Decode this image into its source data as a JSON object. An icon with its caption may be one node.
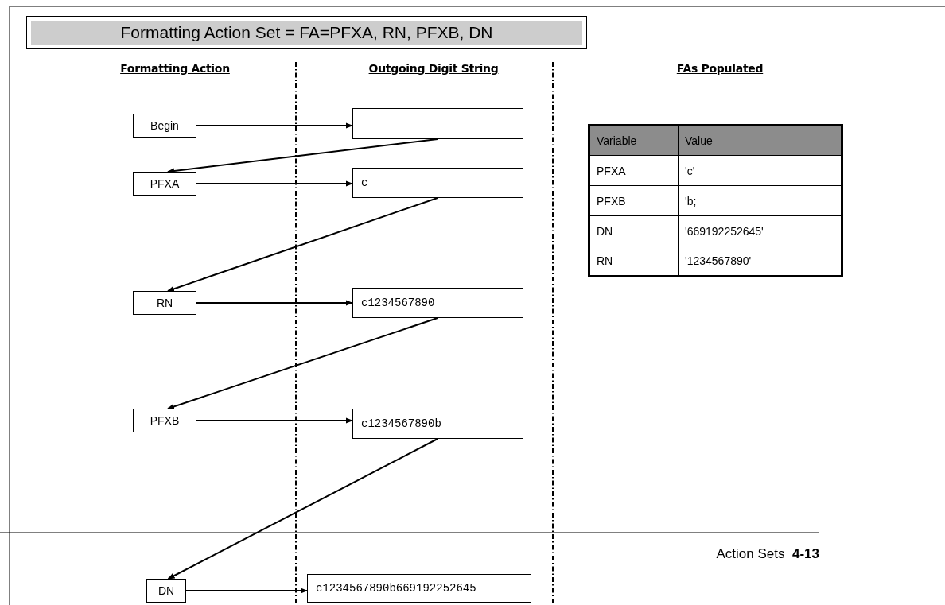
{
  "diagram": {
    "title": "Formatting Action Set = FA=PFXA, RN, PFXB, DN",
    "nodes": [
      {
        "text": [
          "Begin"
        ]
      },
      {
        "text": [],
        "shape": "box"
      },
      {
        "text": [
          "PFXA"
        ]
      },
      {
        "text": [
          "c"
        ]
      },
      {
        "text": [
          "RN"
        ]
      },
      {
        "text": [
          "c1234567890"
        ]
      },
      {
        "text": [
          "PFXB"
        ]
      },
      {
        "text": [
          "c1234567890b"
        ]
      },
      {
        "text": [
          "DN"
        ]
      },
      {
        "text": [
          "c1234567890b669192252645"
        ]
      }
    ],
    "edges": [
      {
        "from": 0,
        "to": 1,
        "arrow": "to"
      },
      {
        "from": 1,
        "to": 2,
        "arrow": "to"
      },
      {
        "from": 2,
        "to": 3,
        "arrow": "to"
      },
      {
        "from": 3,
        "to": 4,
        "arrow": "to"
      },
      {
        "from": 4,
        "to": 5,
        "arrow": "to"
      },
      {
        "from": 5,
        "to": 6,
        "arrow": "to"
      },
      {
        "from": 6,
        "to": 7,
        "arrow": "to"
      },
      {
        "from": 7,
        "to": 8,
        "arrow": "to"
      },
      {
        "from": 8,
        "to": 9,
        "arrow": "to"
      }
    ],
    "labels": [
      "Formatting Action",
      "Outgoing Digit String",
      "FAs Populated",
      "Variable",
      "Value",
      "PFXA",
      "'c'",
      "PFXB",
      "'b;",
      "DN",
      "'669192252645'",
      "RN",
      "'1234567890'",
      "Action Sets  **4-13**"
    ]
  }
}
